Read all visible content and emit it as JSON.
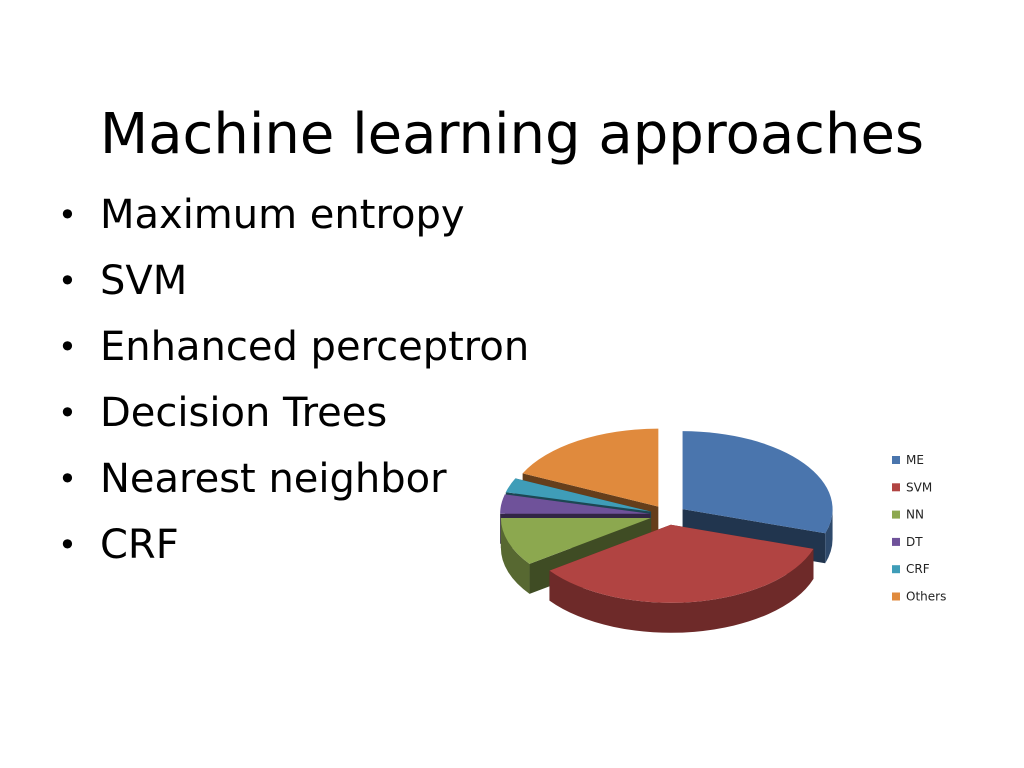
{
  "slide": {
    "title": "Machine learning approaches",
    "bullet_glyph": "•",
    "bullets": [
      "Maximum entropy",
      "SVM",
      "Enhanced perceptron",
      "Decision Trees",
      "Nearest neighbor",
      "CRF"
    ]
  },
  "chart_data": {
    "type": "pie",
    "style": "3d-exploded",
    "legend_position": "right",
    "categories": [
      "ME",
      "SVM",
      "NN",
      "DT",
      "CRF",
      "Others"
    ],
    "values": [
      30,
      35,
      10,
      4,
      3,
      18
    ],
    "colors": [
      "#4A75AD",
      "#B14442",
      "#8CA84F",
      "#6F529A",
      "#3F9DB8",
      "#E08A3D"
    ]
  }
}
